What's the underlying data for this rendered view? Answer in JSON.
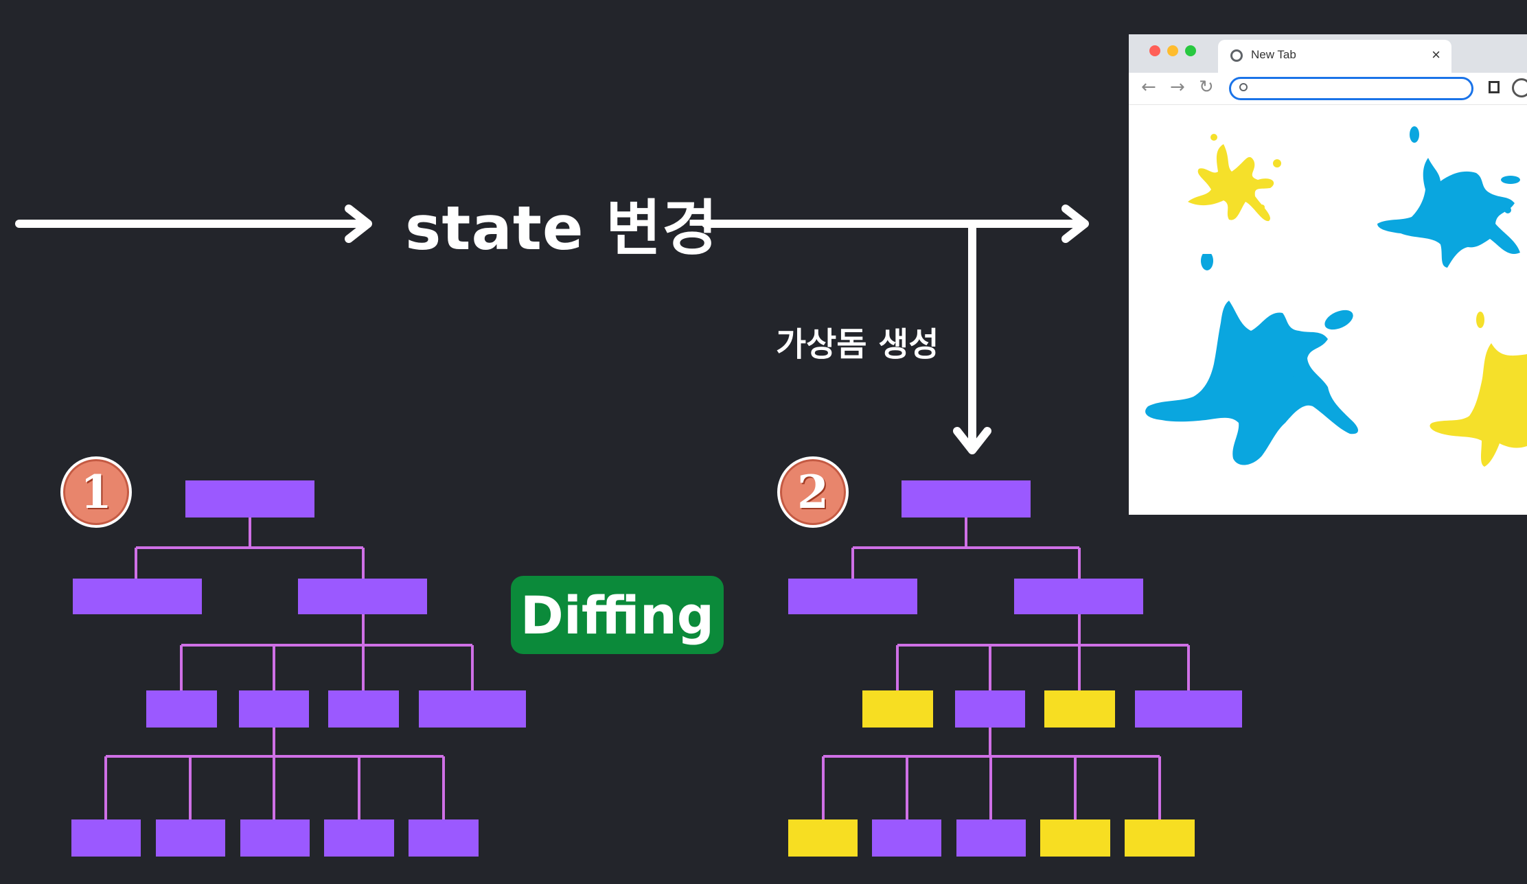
{
  "flow": {
    "state_label": "state 변경",
    "vdom_label": "가상돔 생성",
    "diff_label": "Diffing"
  },
  "steps": {
    "first": "1",
    "second": "2"
  },
  "browser": {
    "tab_title": "New Tab",
    "tab_close": "×",
    "back": "←",
    "forward": "→",
    "reload": "↻",
    "traffic_colors": [
      "#ff5f57",
      "#febc2e",
      "#28c840"
    ]
  },
  "colors": {
    "background": "#23252b",
    "node": "#9b59ff",
    "node_changed": "#f7de22",
    "edge": "#cf70e6",
    "diff_badge": "#0b8a3a",
    "splat_yellow": "#f5e02a",
    "splat_blue": "#0aa6df"
  },
  "trees": [
    {
      "name": "tree-1",
      "levels": [
        [
          "unchanged"
        ],
        [
          "unchanged",
          "unchanged"
        ],
        [
          "unchanged",
          "unchanged",
          "unchanged",
          "unchanged"
        ],
        [
          "unchanged",
          "unchanged",
          "unchanged",
          "unchanged",
          "unchanged"
        ]
      ]
    },
    {
      "name": "tree-2",
      "levels": [
        [
          "unchanged"
        ],
        [
          "unchanged",
          "unchanged"
        ],
        [
          "changed",
          "unchanged",
          "changed",
          "unchanged"
        ],
        [
          "changed",
          "unchanged",
          "unchanged",
          "changed",
          "changed"
        ]
      ]
    }
  ]
}
